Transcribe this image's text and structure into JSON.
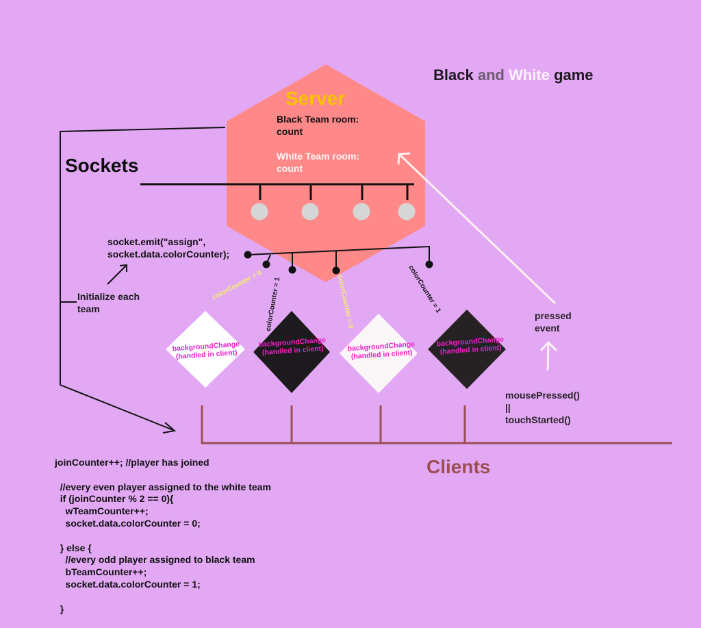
{
  "title": {
    "part1": "Black ",
    "part2": "and ",
    "part3": "White ",
    "part4": "game"
  },
  "server": {
    "label": "Server",
    "black_room": "Black Team room:\ncount",
    "white_room": "White Team room:\ncount",
    "fill_color": "#ff8888"
  },
  "sockets": {
    "label": "Sockets",
    "count": 4
  },
  "emit_code": "socket.emit(\"assign\",\nsocket.data.colorCounter);",
  "initialize_label": "Initialize each\nteam",
  "branches": [
    {
      "label": "colorCounter = 0",
      "color": "#f6f06a"
    },
    {
      "label": "colorCounter = 1",
      "color": "#111111"
    },
    {
      "label": "colorCounter = 0",
      "color": "#f6f06a"
    },
    {
      "label": "colorCounter = 1",
      "color": "#111111"
    }
  ],
  "clients_nodes": [
    {
      "label": "backgroundChange\n(handled in client)",
      "fill": "#ffffff"
    },
    {
      "label": "backgroundChange\n(handled in client)",
      "fill": "#1c1a1c"
    },
    {
      "label": "backgroundChange\n(handled in client)",
      "fill": "#fbf7f8"
    },
    {
      "label": "backgroundChange\n(handled in client)",
      "fill": "#262224"
    }
  ],
  "pressed_event": "pressed\nevent",
  "input_handlers": "mousePressed()\n||\ntouchStarted()",
  "clients_label": "Clients",
  "join_code": "joinCounter++; //player has joined\n\n  //every even player assigned to the white team\n  if (joinCounter % 2 == 0){\n    wTeamCounter++;\n    socket.data.colorCounter = 0;\n\n  } else {\n    //every odd player assigned to black team\n    bTeamCounter++;\n    socket.data.colorCounter = 1;\n\n  }",
  "colors": {
    "background": "#e2a8f4",
    "clients_bus": "#9c4f52",
    "arrow_light": "#fff0f0",
    "socket_dot": "#d6d6d6",
    "label_magenta": "#ee1fc8"
  }
}
